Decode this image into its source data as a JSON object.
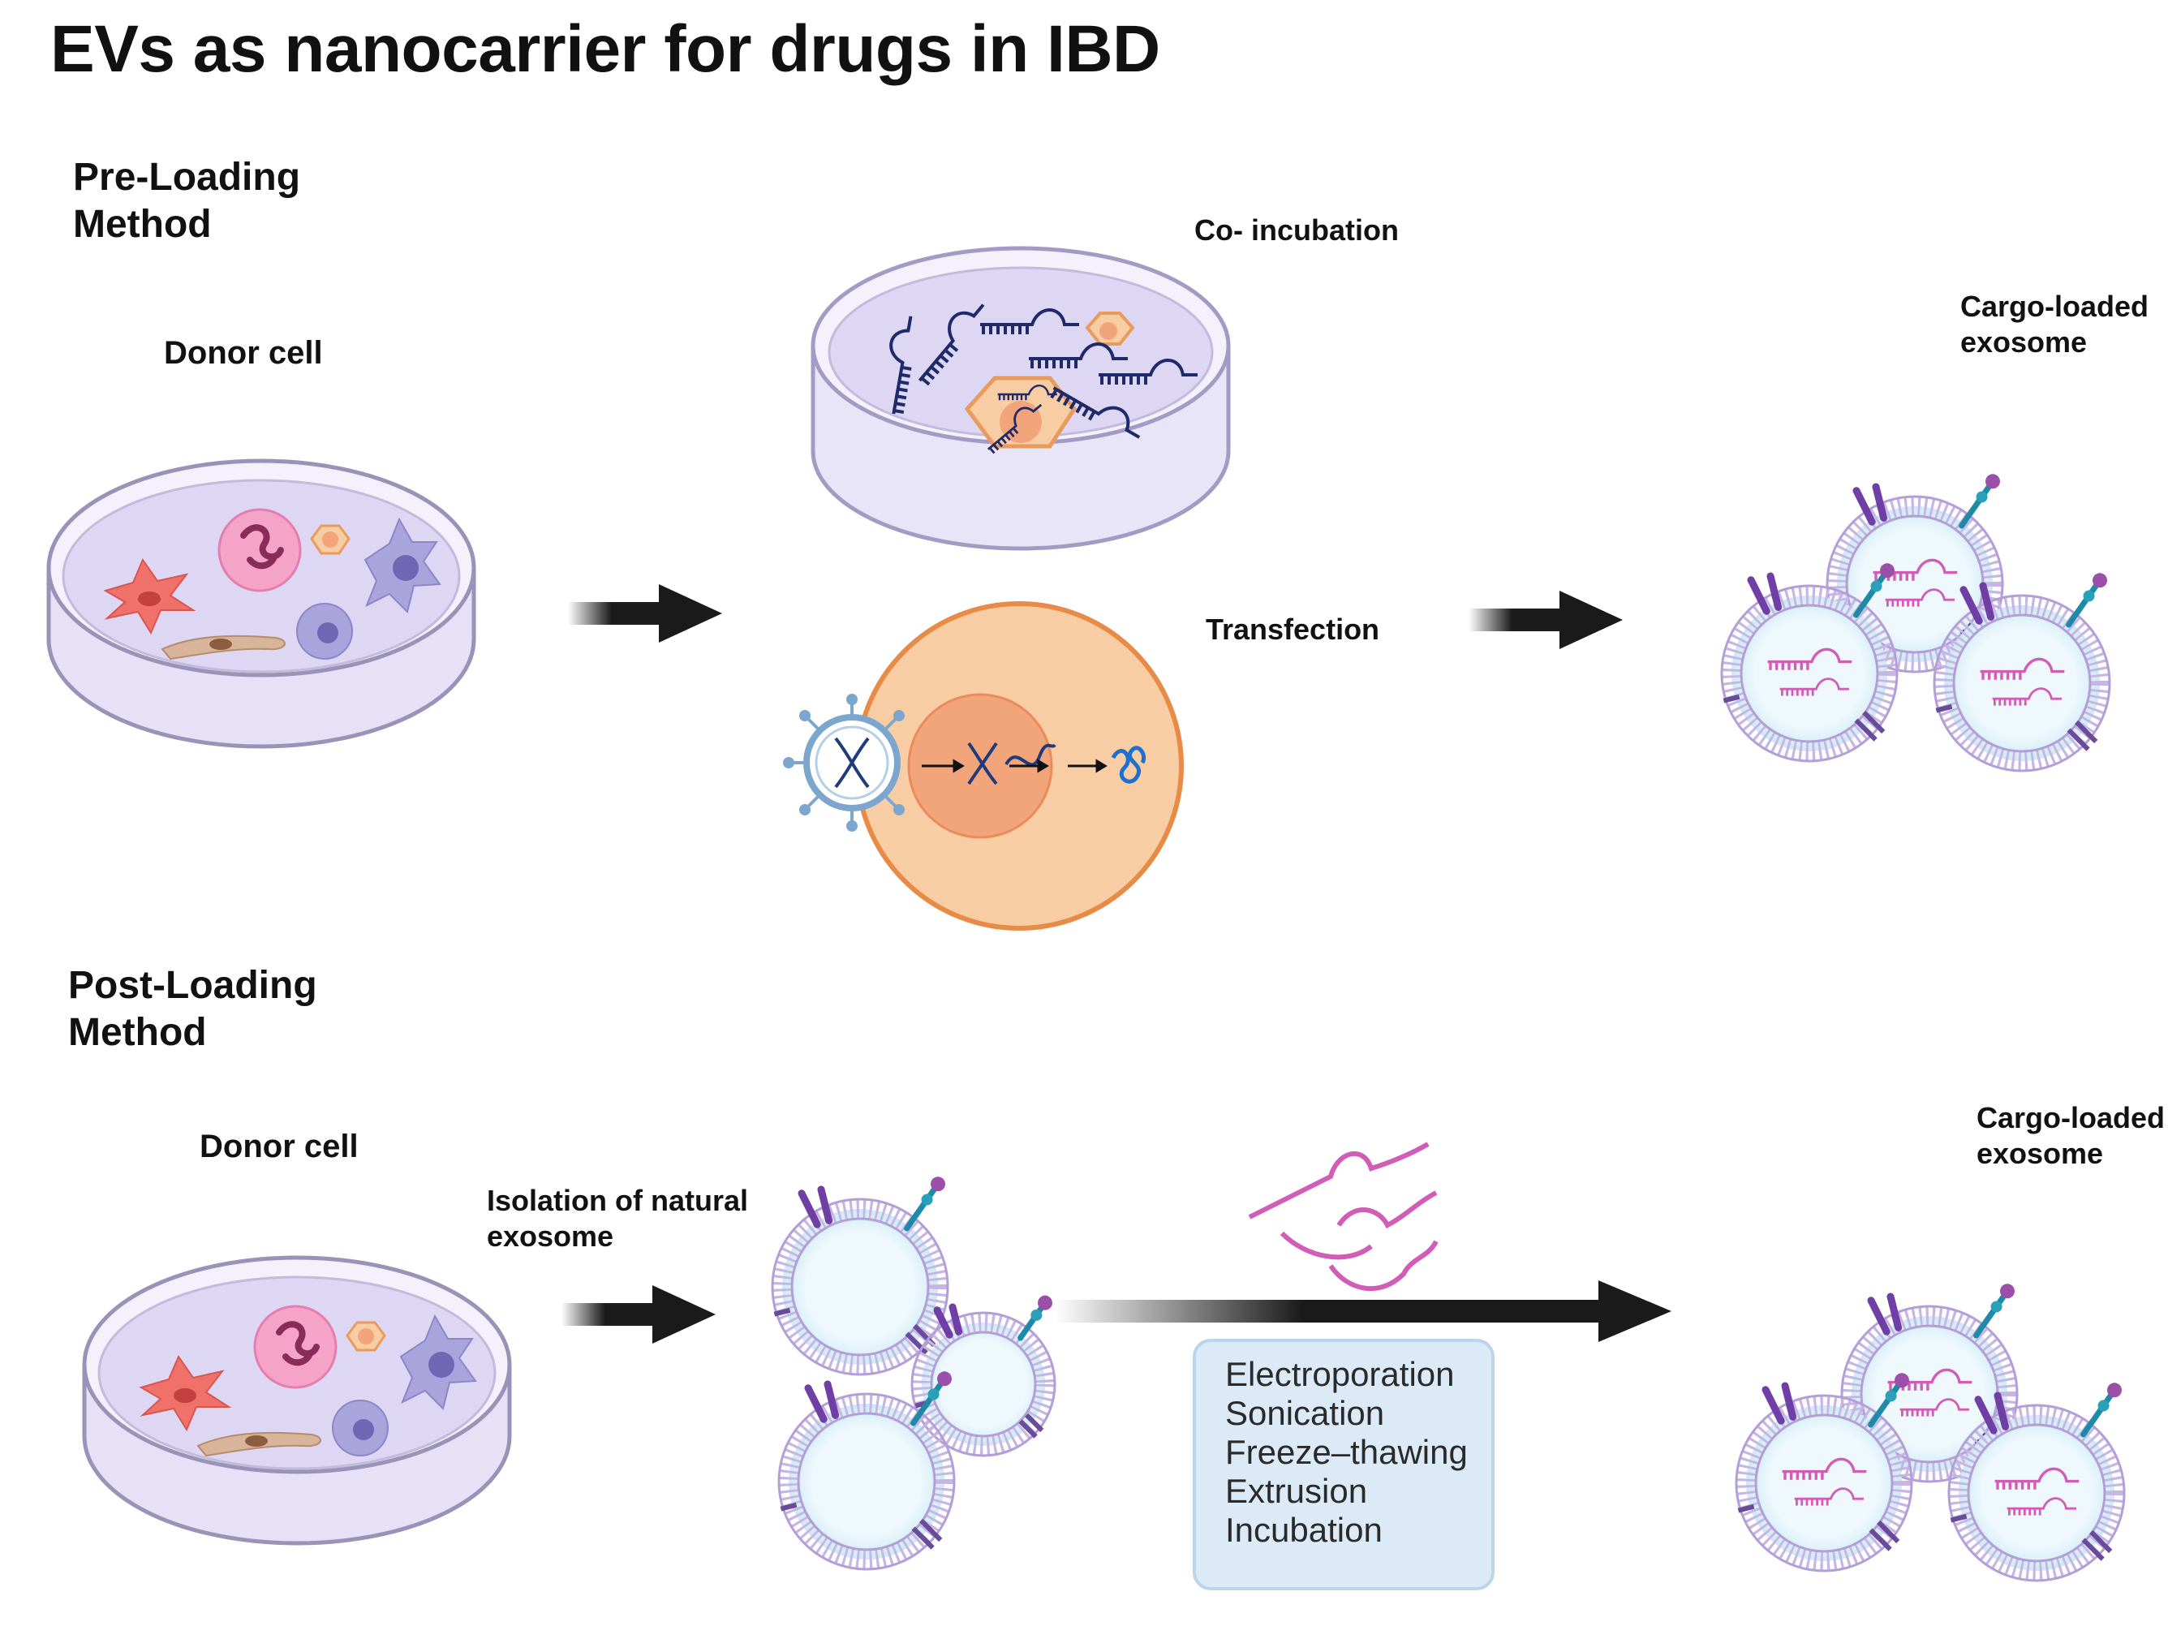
{
  "title": "EVs as nanocarrier for drugs in IBD",
  "pre_loading": {
    "heading": "Pre-Loading\nMethod",
    "donor_label": "Donor cell",
    "coincubation_label": "Co- incubation",
    "transfection_label": "Transfection",
    "cargo_label": "Cargo-loaded\nexosome"
  },
  "post_loading": {
    "heading": "Post-Loading\nMethod",
    "donor_label": "Donor cell",
    "isolation_label": "Isolation of natural\nexosome",
    "cargo_label": "Cargo-loaded\nexosome",
    "methods": [
      "Electroporation",
      "Sonication",
      "Freeze–thawing",
      "Extrusion",
      "Incubation"
    ]
  },
  "colors": {
    "dish_fill": "#e6e1f6",
    "dish_rim": "#9a93b8",
    "arrow": "#1a1a1a",
    "rna": "#1f2a6b",
    "cargo_rna": "#d15db7",
    "membrane": "#c7b5e4",
    "receptor": "#6f3fa6",
    "cell_orange": "#f7c99d",
    "cell_orange_edge": "#e78b46",
    "box_fill": "#dbeaf6"
  }
}
